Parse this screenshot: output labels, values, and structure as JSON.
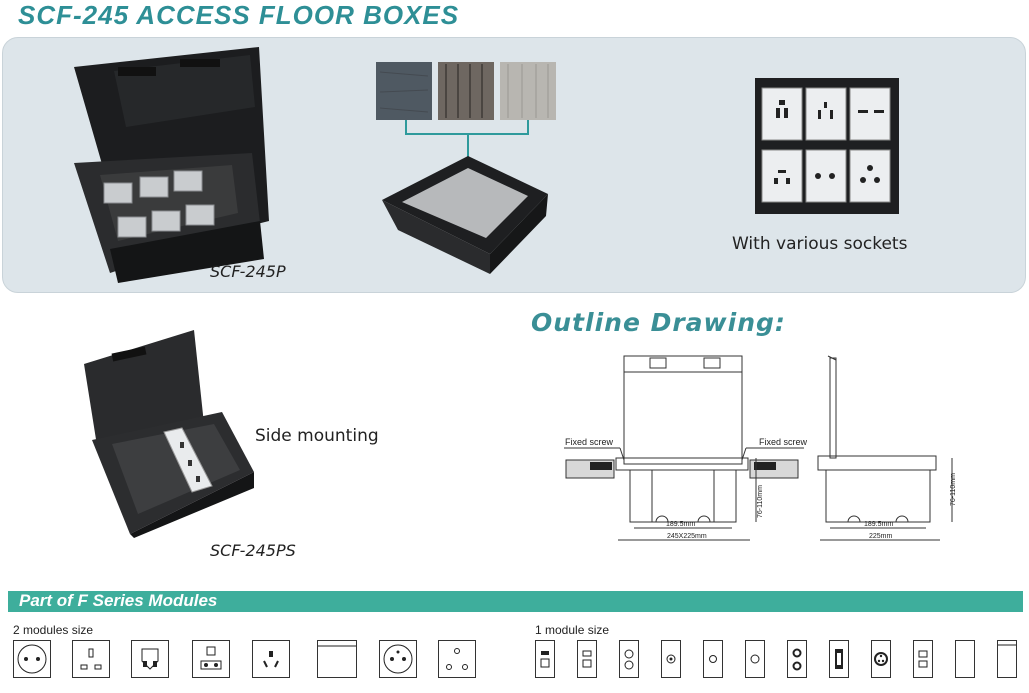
{
  "title": "SCF-245 ACCESS FLOOR BOXES",
  "products": {
    "p_caption": "SCF-245P",
    "sockets_caption": "With various sockets",
    "side_caption": "Side mounting",
    "ps_caption": "SCF-245PS"
  },
  "outline": {
    "title": "Outline Drawing:",
    "fixed_screw_left": "Fixed screw",
    "fixed_screw_right": "Fixed screw",
    "dim_inner_left": "189.5mm",
    "dim_outer_left": "245X225mm",
    "dim_height_left": "76-110mm",
    "dim_inner_right": "189.5mm",
    "dim_outer_right": "225mm",
    "dim_height_right": "76-110mm"
  },
  "series": {
    "title": "Part of F Series Modules",
    "two_label": "2 modules size",
    "one_label": "1 module size",
    "two_modules": [
      "schuko-socket-icon",
      "uk-socket-icon",
      "universal-socket-icon",
      "multi-standard-socket-icon",
      "australian-socket-icon",
      "blank-plate-icon",
      "french-socket-icon",
      "three-pin-round-socket-icon"
    ],
    "one_modules": [
      "telephone-jack-icon",
      "data-jack-icon",
      "double-av-jack-icon",
      "single-av-jack-icon",
      "coax-jack-icon",
      "tv-jack-icon",
      "double-rca-jack-icon",
      "hdmi-jack-icon",
      "xlr-jack-icon",
      "usb-jack-icon",
      "blank-single-icon",
      "blank-flap-icon"
    ]
  }
}
